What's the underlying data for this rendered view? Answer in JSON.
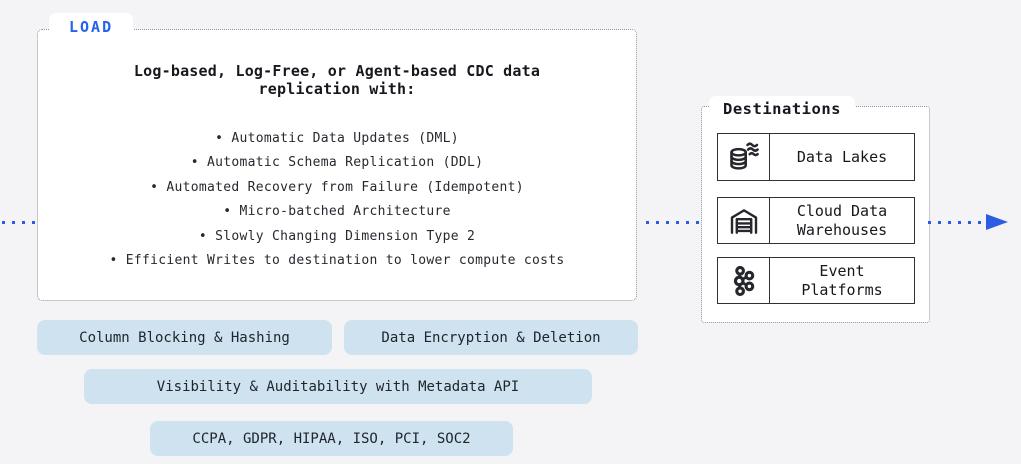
{
  "colors": {
    "accent_blue": "#2d5ce4",
    "load_label_blue": "#2563eb",
    "pill_background": "#cee3ef",
    "page_background": "#f4f3f6",
    "panel_background": "#ffffff"
  },
  "load_panel": {
    "tab_label": "LOAD",
    "heading": "Log-based, Log-Free, or Agent-based CDC data replication with:",
    "bullets": [
      "• Automatic Data Updates (DML)",
      "• Automatic Schema Replication (DDL)",
      "• Automated Recovery from Failure (Idempotent)",
      "• Micro-batched Architecture",
      "• Slowly Changing Dimension Type 2",
      "• Efficient Writes to destination to lower compute costs"
    ]
  },
  "feature_pills": [
    "Column Blocking & Hashing",
    "Data Encryption & Deletion",
    "Visibility & Auditability with Metadata API",
    "CCPA, GDPR, HIPAA, ISO, PCI, SOC2"
  ],
  "destinations_panel": {
    "title": "Destinations",
    "items": [
      {
        "icon": "data-lake-icon",
        "label": "Data Lakes"
      },
      {
        "icon": "warehouse-icon",
        "label": "Cloud Data Warehouses"
      },
      {
        "icon": "event-stream-icon",
        "label": "Event Platforms"
      }
    ]
  }
}
